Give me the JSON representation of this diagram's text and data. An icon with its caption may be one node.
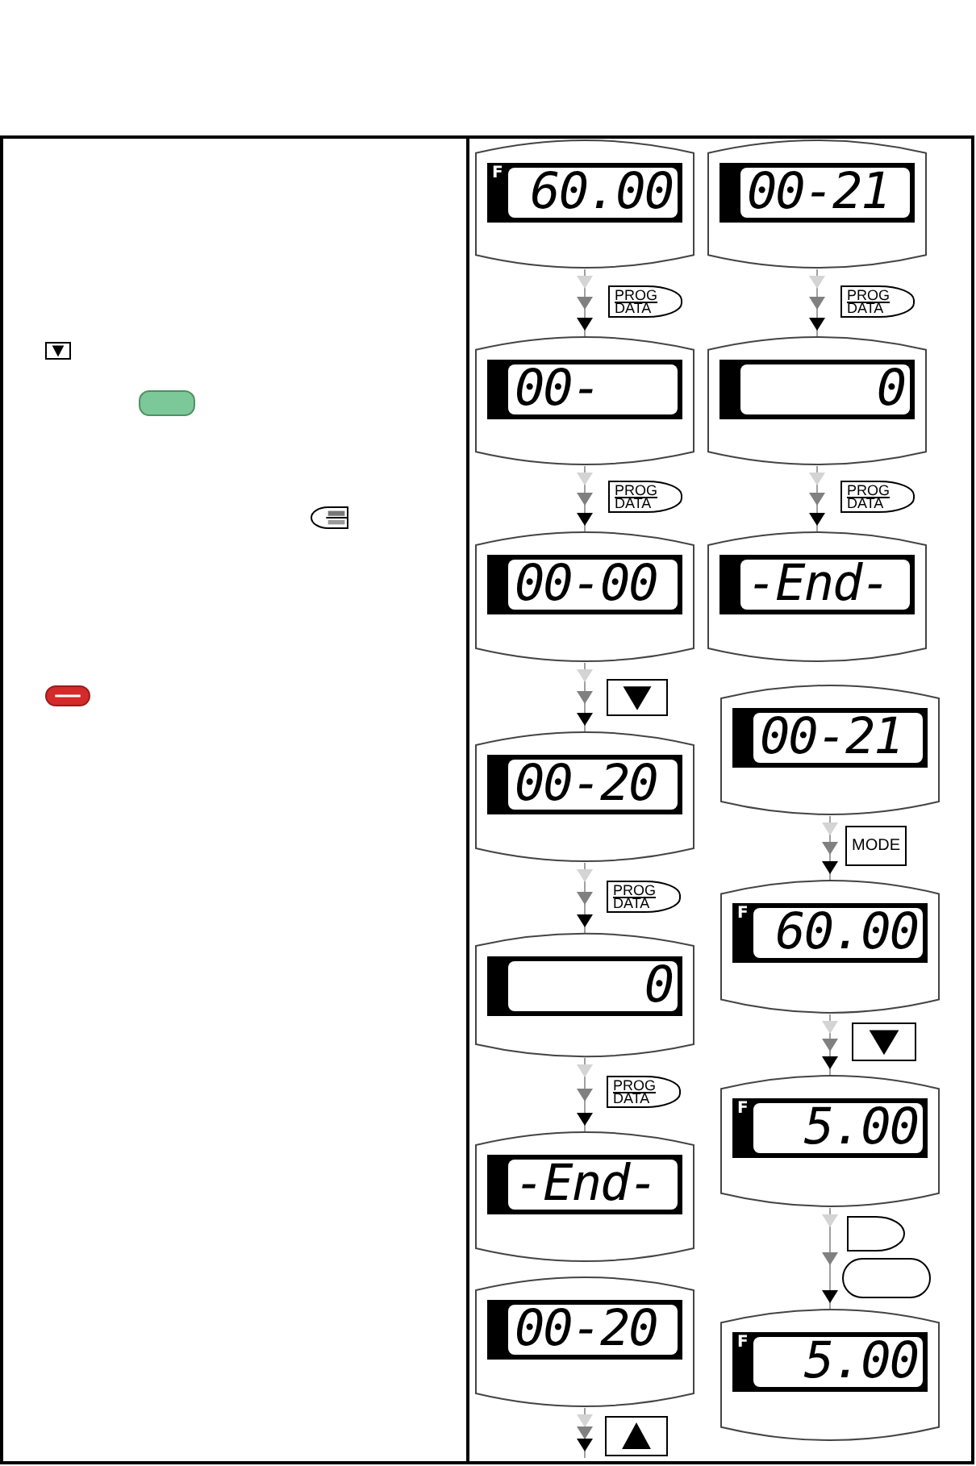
{
  "diagram": {
    "nodes": [
      {
        "text": [
          "F",
          "60.00"
        ]
      },
      {
        "text": [
          "00-"
        ]
      },
      {
        "text": [
          "00-00"
        ]
      },
      {
        "text": [
          "00-20"
        ]
      },
      {
        "text": [
          "0"
        ]
      },
      {
        "text": [
          "-End-"
        ]
      },
      {
        "text": [
          "00-20"
        ]
      },
      {
        "text": [
          "00-21"
        ]
      },
      {
        "text": [
          "0"
        ]
      },
      {
        "text": [
          "-End-"
        ]
      },
      {
        "text": [
          "00-21"
        ]
      },
      {
        "text": [
          "F",
          "60.00"
        ]
      },
      {
        "text": [
          "F",
          "5.00"
        ]
      },
      {
        "text": [
          "F",
          "5.00"
        ]
      }
    ],
    "edges": [
      {
        "from": 0,
        "to": 1,
        "arrow": "to",
        "label": "PROG DATA"
      },
      {
        "from": 1,
        "to": 2,
        "arrow": "to",
        "label": "PROG DATA"
      },
      {
        "from": 2,
        "to": 3,
        "arrow": "to"
      },
      {
        "from": 3,
        "to": 4,
        "arrow": "to",
        "label": "PROG DATA"
      },
      {
        "from": 4,
        "to": 5,
        "arrow": "to",
        "label": "PROG DATA"
      },
      {
        "from": 6,
        "to": null,
        "arrow": "to"
      },
      {
        "from": 7,
        "to": 8,
        "arrow": "to",
        "label": "PROG DATA"
      },
      {
        "from": 8,
        "to": 9,
        "arrow": "to",
        "label": "PROG DATA"
      },
      {
        "from": 10,
        "to": 11,
        "arrow": "to",
        "label": "MODE"
      },
      {
        "from": 11,
        "to": 12,
        "arrow": "to"
      },
      {
        "from": 12,
        "to": 13,
        "arrow": "to"
      }
    ]
  }
}
